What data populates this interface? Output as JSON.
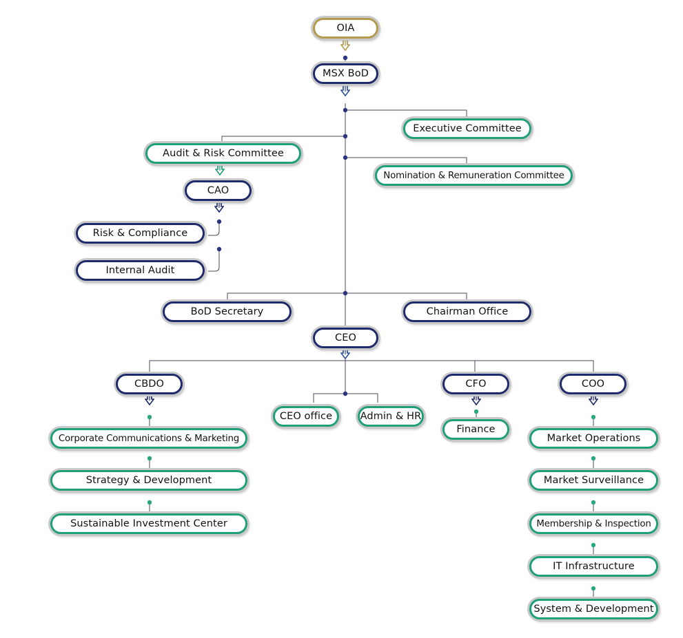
{
  "nodes": {
    "oia": "OIA",
    "msx_bod": "MSX BoD",
    "executive_committee": "Executive Committee",
    "audit_risk_committee": "Audit & Risk Committee",
    "nomination_remuneration_committee": "Nomination & Remuneration Committee",
    "cao": "CAO",
    "risk_compliance": "Risk & Compliance",
    "internal_audit": "Internal Audit",
    "bod_secretary": "BoD Secretary",
    "chairman_office": "Chairman Office",
    "ceo": "CEO",
    "cbdo": "CBDO",
    "ceo_office": "CEO office",
    "admin_hr": "Admin & HR",
    "cfo": "CFO",
    "coo": "COO",
    "corporate_communications": "Corporate Communications & Marketing",
    "strategy_development": "Strategy & Development",
    "sustainable_investment": "Sustainable Investment Center",
    "finance": "Finance",
    "market_operations": "Market Operations",
    "market_surveillance": "Market Surveillance",
    "membership_inspection": "Membership & Inspection",
    "it_infrastructure": "IT Infrastructure",
    "system_development": "System & Development"
  },
  "colors": {
    "navy": "#1f2a6b",
    "green": "#1e9f78",
    "gold": "#b59a4e",
    "connector": "#4a4a5a"
  }
}
